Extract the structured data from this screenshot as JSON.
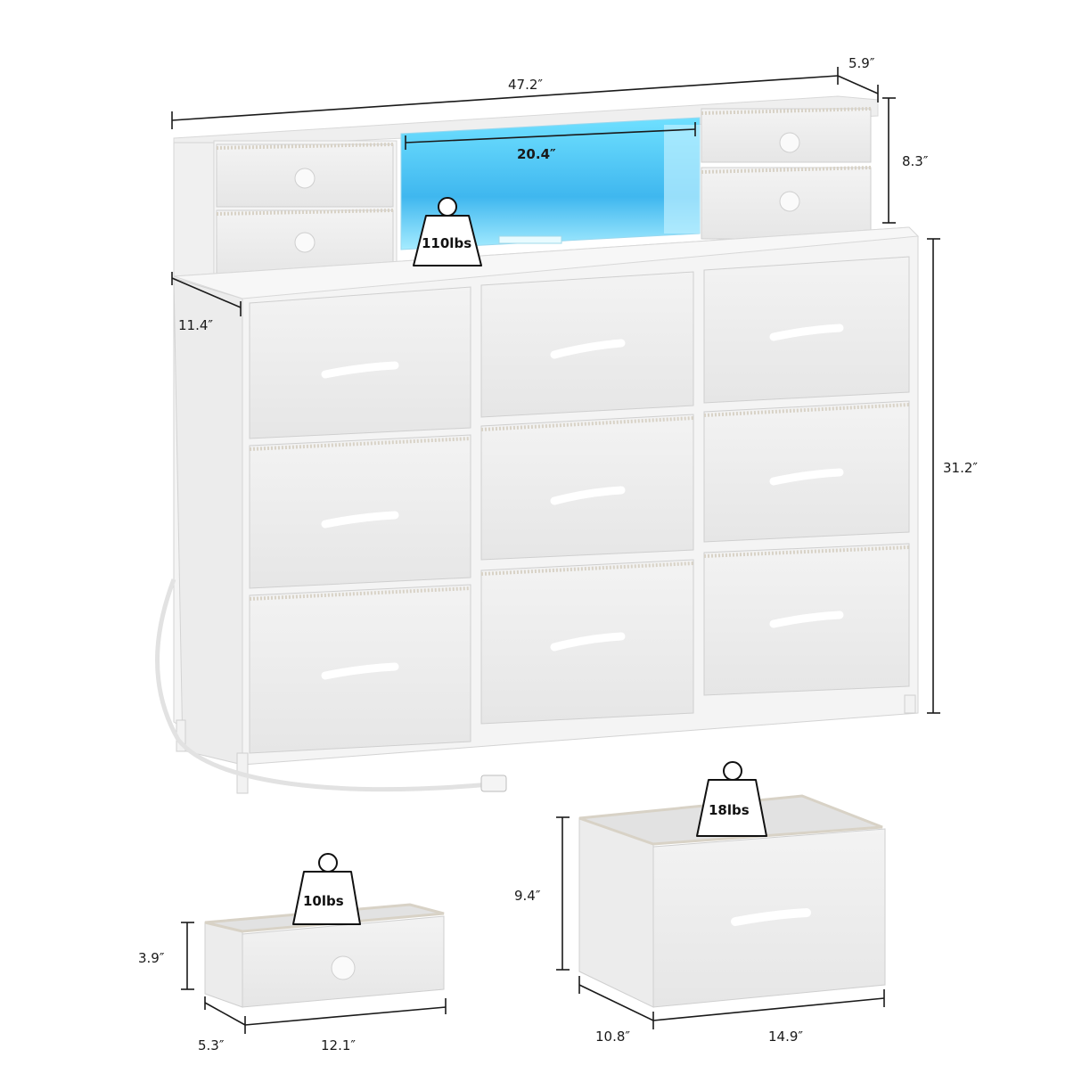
{
  "diagram": {
    "subject": "12-drawer dresser with LED hutch",
    "dimensions": {
      "overall_width": "47.2″",
      "hutch_depth": "5.9″",
      "hutch_height": "8.3″",
      "led_shelf_width": "20.4″",
      "dresser_depth": "11.4″",
      "dresser_height": "31.2″"
    },
    "capacities": {
      "top_surface": "110lbs",
      "small_drawer": "10lbs",
      "large_drawer": "18lbs"
    },
    "small_drawer": {
      "height": "3.9″",
      "depth": "5.3″",
      "width": "12.1″"
    },
    "large_drawer": {
      "height": "9.4″",
      "depth": "10.8″",
      "width": "14.9″"
    },
    "colors": {
      "led_glow": "#5fd0f5",
      "fabric": "#ececec",
      "frame": "#f4f4f4",
      "stitch": "#d8d2c6",
      "line": "#1a1a1a"
    }
  }
}
